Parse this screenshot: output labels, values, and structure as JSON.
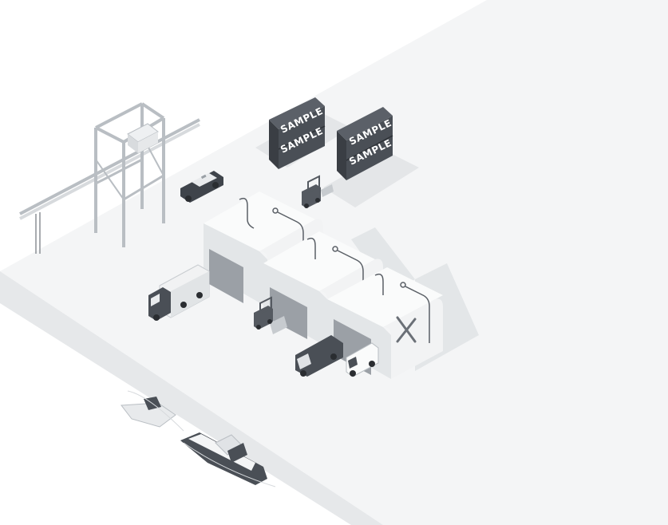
{
  "containers": [
    {
      "label_top": "SAMPLE",
      "label_bottom": "SAMPLE"
    },
    {
      "label_top": "SAMPLE",
      "label_bottom": "SAMPLE"
    }
  ],
  "colors": {
    "ground": "#f4f5f6",
    "dock_face": "#e9ebec",
    "water": "#ffffff",
    "container": "#4a4f56",
    "container_dark": "#3a3e44",
    "warehouse": "#f7f8f9",
    "warehouse_shade": "#dde0e3",
    "line": "#5a5f66",
    "crane": "#c9cdd1"
  }
}
